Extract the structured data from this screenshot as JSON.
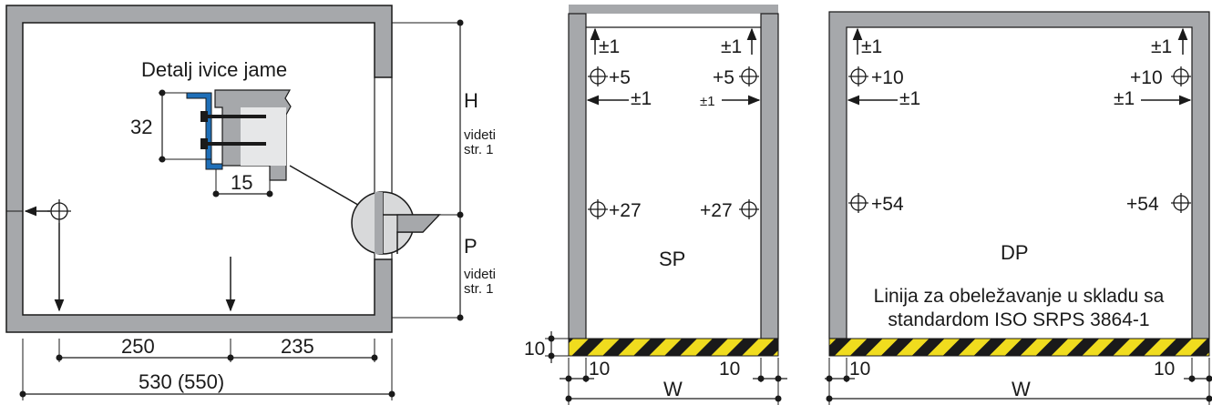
{
  "left": {
    "detail_title": "Detalj ivice jame",
    "dim_32": "32",
    "dim_15": "15",
    "h_label": "H",
    "h_ref_1": "videti",
    "h_ref_2": "str. 1",
    "p_label": "P",
    "p_ref_1": "videti",
    "p_ref_2": "str. 1",
    "dim_250": "250",
    "dim_235": "235",
    "dim_530": "530  (550)"
  },
  "sp": {
    "label": "SP",
    "tol_tl": "±1",
    "tol_tr": "±1",
    "plus5_l": "+5",
    "plus5_r": "+5",
    "tol_ml": "±1",
    "tol_mr": "±1",
    "plus27_l": "+27",
    "plus27_r": "+27",
    "dim_10_side": "10",
    "dim_10_l": "10",
    "dim_10_r": "10",
    "w_label": "W"
  },
  "dp": {
    "label": "DP",
    "tol_tl": "±1",
    "tol_tr": "±1",
    "plus10_l": "+10",
    "plus10_r": "+10",
    "tol_ml": "±1",
    "tol_mr": "±1",
    "plus54_l": "+54",
    "plus54_r": "+54",
    "note_1": "Linija za obeležavanje u skladu sa",
    "note_2": "standardom ISO SRPS 3864-1",
    "dim_10_l": "10",
    "dim_10_r": "10",
    "w_label": "W"
  },
  "colors": {
    "wall": "#a6a8ab",
    "stroke": "#1a1a1a",
    "steel_blue": "#1f6fb8",
    "stripe_yellow": "#f0dc1e",
    "stripe_black": "#1a1a1a",
    "light_fill": "#e6e7e8"
  }
}
